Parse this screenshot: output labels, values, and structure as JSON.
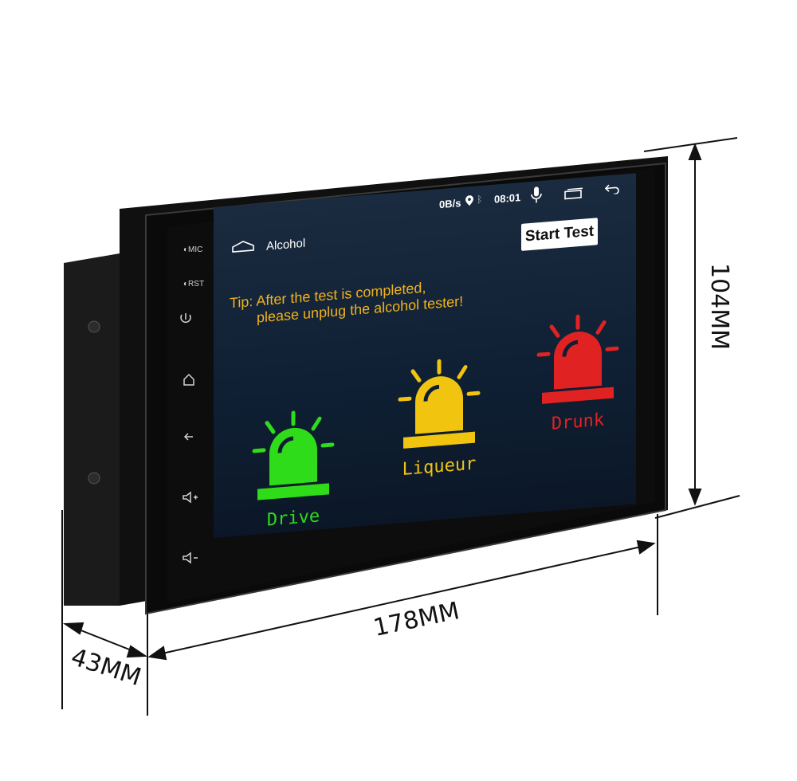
{
  "device": {
    "side_labels": {
      "mic": "MIC",
      "rst": "RST"
    }
  },
  "statusbar": {
    "speed": "0B/s",
    "time": "08:01",
    "icons": [
      "location-icon",
      "bluetooth-icon",
      "mic-icon",
      "recent-apps-icon",
      "back-icon"
    ]
  },
  "app": {
    "title": "Alcohol",
    "start_button": "Start Test",
    "tip_line1": "Tip: After the test is completed,",
    "tip_line2": "please unplug the alcohol tester!"
  },
  "levels": [
    {
      "label": "Drive",
      "color": "#2fdc1a"
    },
    {
      "label": "Liqueur",
      "color": "#f1c40f"
    },
    {
      "label": "Drunk",
      "color": "#e12222"
    }
  ],
  "dimensions": {
    "height": "104MM",
    "width": "178MM",
    "depth": "43MM"
  }
}
